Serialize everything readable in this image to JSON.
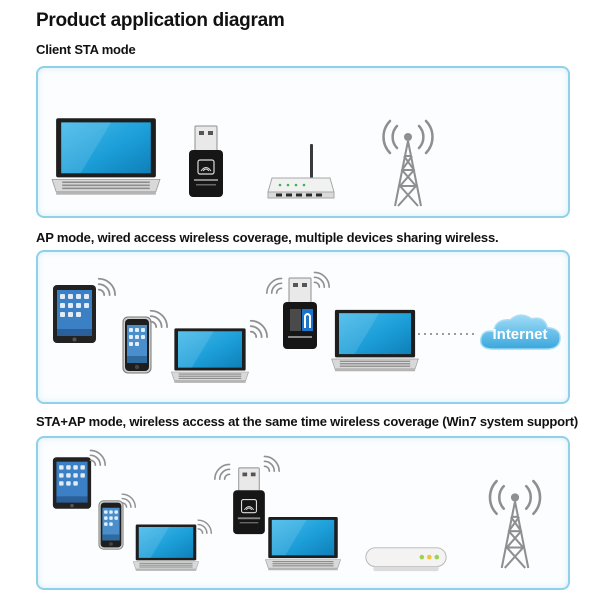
{
  "page": {
    "title": "Product application diagram"
  },
  "sections": [
    {
      "title": "Client STA mode"
    },
    {
      "title": "AP mode, wired access wireless coverage, multiple devices sharing wireless."
    },
    {
      "title": "STA+AP mode, wireless access at the same time wireless coverage (Win7 system support)"
    }
  ],
  "internet_label": "Internet",
  "colors": {
    "panel_border": "#8fd0ea",
    "screen_blue": "#1c9ed8",
    "tower_gray": "#9a9a9a"
  }
}
